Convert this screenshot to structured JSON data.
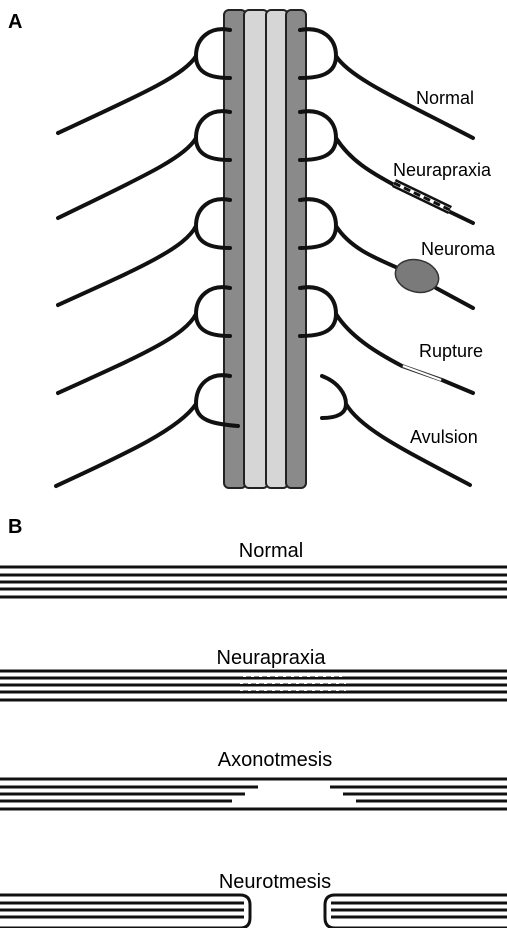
{
  "panel_a": {
    "letter": "A",
    "labels": {
      "normal": "Normal",
      "neurapraxia": "Neurapraxia",
      "neuroma": "Neuroma",
      "rupture": "Rupture",
      "avulsion": "Avulsion"
    }
  },
  "panel_b": {
    "letter": "B",
    "labels": {
      "normal": "Normal",
      "neurapraxia": "Neurapraxia",
      "axonotmesis": "Axonotmesis",
      "neurotmesis": "Neurotmesis"
    }
  },
  "colors": {
    "cord_dark": "#8a8a8a",
    "cord_light": "#d6d6d6",
    "neuroma": "#7a7a7a",
    "line": "#111111"
  }
}
